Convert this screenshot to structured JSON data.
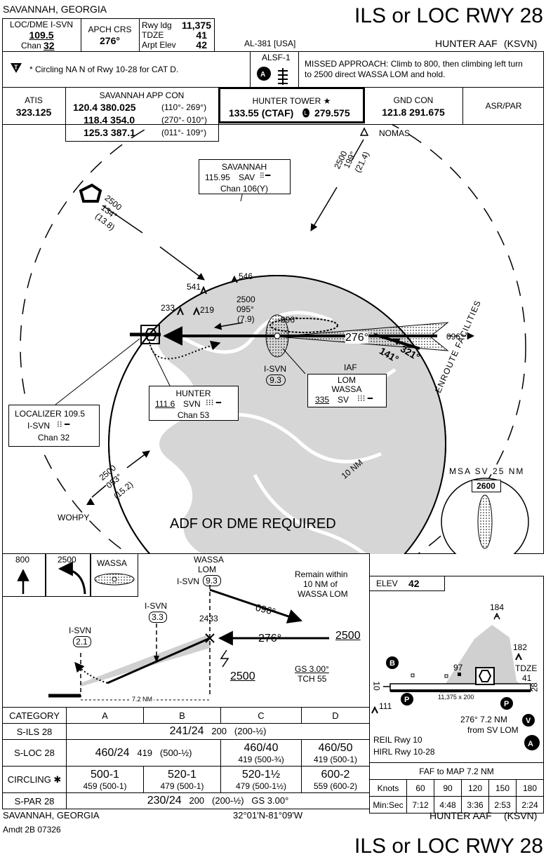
{
  "header": {
    "city_top": "SAVANNAH, GEORGIA",
    "title_top": "ILS or LOC RWY 28",
    "chart_id": "AL-381 [USA]",
    "airport_top": "HUNTER AAF",
    "airport_code_top": "(KSVN)"
  },
  "briefing": {
    "loc_label": "LOC/DME  I-SVN",
    "loc_freq": "109.5",
    "chan_label": "Chan",
    "chan_value": "32",
    "apch_crs_label": "APCH CRS",
    "apch_crs_value": "276°",
    "rwy_ldg_label": "Rwy ldg",
    "rwy_ldg_value": "11,375",
    "tdze_label": "TDZE",
    "tdze_value": "41",
    "arpt_elev_label": "Arpt Elev",
    "arpt_elev_value": "42",
    "circling_note": "* Circling NA N of Rwy 10-28 for CAT D.",
    "alsf_label": "ALSF-1",
    "missed_approach": "MISSED APPROACH:  Climb to 800, then climbing left turn",
    "missed_approach_2": "to 2500 direct WASSA LOM and hold."
  },
  "comms": {
    "atis_label": "ATIS",
    "atis_freq": "323.125",
    "app_label": "SAVANNAH APP CON",
    "app_line1": "120.4  380.025",
    "app_line1_sector": "(110°- 269°)",
    "app_line2": "118.4  354.0",
    "app_line2_sector": "(270°- 010°)",
    "app_line3": "125.3  387.1",
    "app_line3_sector": "(011°- 109°)",
    "tower_label": "HUNTER TOWER ★",
    "tower_freq": "133.55 (CTAF)",
    "tower_freq2": "279.575",
    "gnd_label": "GND CON",
    "gnd_freq": "121.8  291.675",
    "asr_label": "ASR/PAR"
  },
  "planview": {
    "nomas": "NOMAS",
    "wohpy": "WOHPY",
    "sav_name": "SAVANNAH",
    "sav_freq": "115.95",
    "sav_id": "SAV",
    "sav_chan": "Chan 106(Y)",
    "route_nw_alt": "2500",
    "route_nw_crs": "134°",
    "route_nw_dist": "(13.8)",
    "route_ne_alt": "2500",
    "route_ne_crs": "199°",
    "route_ne_dist": "(21.4)",
    "route_sw_alt": "2500",
    "route_sw_crs": "053°",
    "route_sw_dist": "(15.2)",
    "alt_546": "546",
    "alt_541": "541",
    "alt_233": "233",
    "alt_219": "219",
    "proc_alt": "2500",
    "proc_crs": "095°",
    "proc_dist": "(7.9)",
    "hold_096": "096°",
    "crs_276": "276°",
    "crs_096": "096°",
    "crs_321": "321°",
    "crs_141": "141°",
    "isvn_label": "I-SVN",
    "isvn_dme": "9.3",
    "iaf_label": "IAF",
    "lom_label": "LOM",
    "wassa_label": "WASSA",
    "wassa_freq": "335",
    "wassa_id": "SV",
    "hunter_name": "HUNTER",
    "hunter_freq": "111.6",
    "hunter_id": "SVN",
    "hunter_chan": "Chan 53",
    "loc_box_label": "LOCALIZER  109.5",
    "loc_box_id": "I-SVN",
    "loc_box_chan": "Chan 32",
    "ring_label": "10 NM",
    "enroute": "ENROUTE FACILITIES",
    "adf_required": "ADF OR DME REQUIRED",
    "msa_label": "MSA  SV  25 NM",
    "msa_alt": "2600"
  },
  "profile": {
    "icon_800": "800",
    "icon_2500": "2500",
    "icon_wassa": "WASSA",
    "wassa_lom": "WASSA",
    "wassa_lom2": "LOM",
    "isvn_93_label": "I-SVN",
    "isvn_93": "9.3",
    "remain": "Remain within",
    "remain2": "10 NM of",
    "remain3": "WASSA LOM",
    "crs_096": "096°",
    "crs_276": "276°",
    "alt_2500_right": "2500",
    "alt_2500_gs": "2500",
    "alt_2433": "2433",
    "isvn_33_label": "I-SVN",
    "isvn_33": "3.3",
    "isvn_21_label": "I-SVN",
    "isvn_21": "2.1",
    "gs_label": "GS 3.00°",
    "tch_label": "TCH 55",
    "dist_label": "7.2 NM"
  },
  "airport": {
    "elev_label": "ELEV",
    "elev_value": "42",
    "obs_184": "184",
    "obs_182": "182",
    "obs_97": "97",
    "obs_111": "111",
    "tdze_label": "TDZE",
    "tdze_value": "41",
    "rwy_dims": "11,375 x 200",
    "rwy_10": "10",
    "rwy_28": "28",
    "fix_note": "276° 7.2 NM",
    "fix_note2": "from SV LOM",
    "reil": "REIL Rwy 10",
    "hirl": "HIRL Rwy 10-28"
  },
  "minimums": {
    "category_label": "CATEGORY",
    "cats": [
      "A",
      "B",
      "C",
      "D"
    ],
    "silS_label": "S-ILS 28",
    "sils_value": "241/24",
    "sils_hat": "200",
    "sils_paren": "(200-½)",
    "sloc_label": "S-LOC 28",
    "sloc_ab": "460/24",
    "sloc_ab_hat": "419",
    "sloc_ab_paren": "(500-½)",
    "sloc_c": "460/40",
    "sloc_c_sub": "419   (500-¾)",
    "sloc_d": "460/50",
    "sloc_d_sub": "419   (500-1)",
    "circ_label": "CIRCLING ✱",
    "circ_a": "500-1",
    "circ_a_sub": "459  (500-1)",
    "circ_b": "520-1",
    "circ_b_sub": "479  (500-1)",
    "circ_c": "520-1½",
    "circ_c_sub": "479 (500-1½)",
    "circ_d": "600-2",
    "circ_d_sub": "559   (600-2)",
    "spar_label": "S-PAR 28",
    "spar_value": "230/24",
    "spar_hat": "200",
    "spar_paren": "(200-½)",
    "spar_gs": "GS 3.00°"
  },
  "timetable": {
    "title": "FAF to MAP 7.2 NM",
    "knots_label": "Knots",
    "knots": [
      "60",
      "90",
      "120",
      "150",
      "180"
    ],
    "time_label": "Min:Sec",
    "times": [
      "7:12",
      "4:48",
      "3:36",
      "2:53",
      "2:24"
    ]
  },
  "footer": {
    "city": "SAVANNAH, GEORGIA",
    "coords": "32°01'N-81°09'W",
    "airport": "HUNTER AAF",
    "code": "(KSVN)",
    "amdt": "Amdt 2B  07326",
    "title": "ILS or LOC RWY 28"
  }
}
